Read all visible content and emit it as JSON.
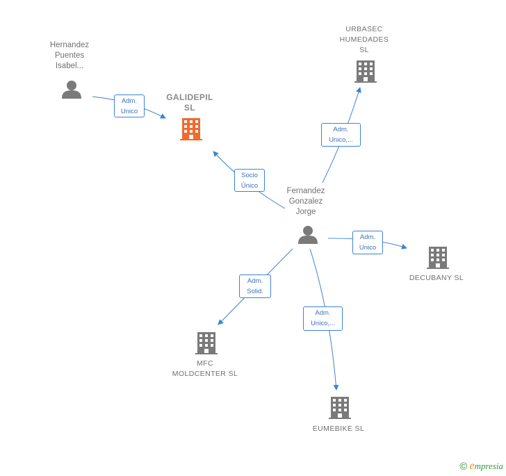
{
  "nodes": {
    "hernandez": {
      "label": "Hernandez\nPuentes\nIsabel..."
    },
    "galidepil": {
      "label": "GALIDEPIL\nSL"
    },
    "urbasec": {
      "label": "URBASEC\nHUMEDADES\nSL"
    },
    "fernandez": {
      "label": "Fernandez\nGonzalez\nJorge"
    },
    "decubany": {
      "label": "DECUBANY  SL"
    },
    "mfc": {
      "label": "MFC\nMOLDCENTER SL"
    },
    "eumebike": {
      "label": "EUMEBIKE  SL"
    }
  },
  "edges": {
    "hernandez_galidepil": "Adm.\nUnico",
    "fernandez_galidepil": "Socio\nÚnico",
    "fernandez_urbasec": "Adm.\nUnico,...",
    "fernandez_decubany": "Adm.\nUnico",
    "fernandez_mfc": "Adm.\nSolid.",
    "fernandez_eumebike": "Adm.\nUnico,..."
  },
  "colors": {
    "edge": "#3b82d6",
    "person": "#7a7a7a",
    "company": "#7a7a7a",
    "focus_company": "#f26a2e"
  },
  "footer": {
    "copyright": "©",
    "brand_e": "e",
    "brand_rest": "mpresia"
  }
}
